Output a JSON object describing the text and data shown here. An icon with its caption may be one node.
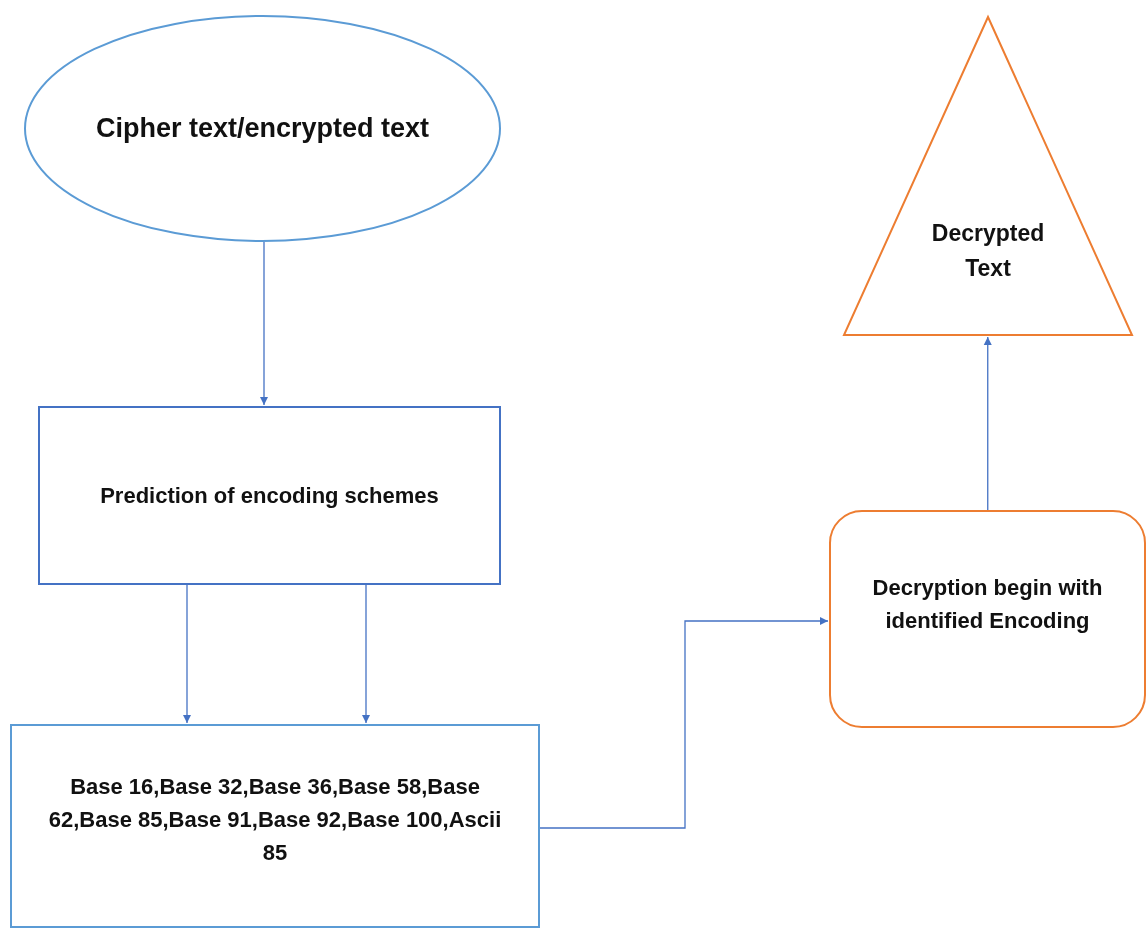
{
  "diagram": {
    "nodes": [
      {
        "text": [
          "Cipher text/encrypted text"
        ]
      },
      {
        "text": [
          "Prediction of encoding schemes"
        ]
      },
      {
        "text": [
          "Base 16,Base 32,Base 36,Base 58,Base 62,Base 85,Base 91,Base 92,Base 100,Ascii 85"
        ]
      },
      {
        "text": [
          "Decryption begin with identified Encoding"
        ]
      },
      {
        "text": [
          "Decrypted Text"
        ]
      }
    ],
    "edges": [
      {
        "from": 0,
        "to": 1,
        "arrow": "to"
      },
      {
        "from": 1,
        "to": 2,
        "arrow": "to"
      },
      {
        "from": 1,
        "to": 2,
        "arrow": "to"
      },
      {
        "from": 2,
        "to": 3,
        "arrow": "to"
      },
      {
        "from": 3,
        "to": 4,
        "arrow": "to"
      }
    ]
  }
}
